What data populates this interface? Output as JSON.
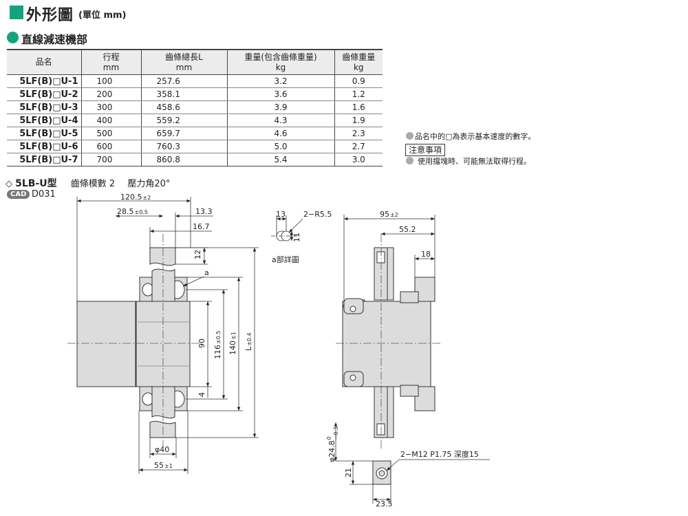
{
  "header": {
    "title": "外形圖",
    "unit": "(單位 mm)",
    "accent_color": "#14a37f"
  },
  "section": {
    "title": "直線減速機部"
  },
  "table": {
    "headers": [
      {
        "line1": "品名",
        "line2": ""
      },
      {
        "line1": "行程",
        "line2": "mm"
      },
      {
        "line1": "齒條總長L",
        "line2": "mm"
      },
      {
        "line1": "重量(包含齒條重量)",
        "line2": "kg"
      },
      {
        "line1": "齒條重量",
        "line2": "kg"
      }
    ],
    "rows": [
      {
        "model": "5LF(B)□U-1",
        "stroke": "100",
        "length": "257.6",
        "weight": "3.2",
        "rack_weight": "0.9"
      },
      {
        "model": "5LF(B)□U-2",
        "stroke": "200",
        "length": "358.1",
        "weight": "3.6",
        "rack_weight": "1.2"
      },
      {
        "model": "5LF(B)□U-3",
        "stroke": "300",
        "length": "458.6",
        "weight": "3.9",
        "rack_weight": "1.6"
      },
      {
        "model": "5LF(B)□U-4",
        "stroke": "400",
        "length": "559.2",
        "weight": "4.3",
        "rack_weight": "1.9"
      },
      {
        "model": "5LF(B)□U-5",
        "stroke": "500",
        "length": "659.7",
        "weight": "4.6",
        "rack_weight": "2.3"
      },
      {
        "model": "5LF(B)□U-6",
        "stroke": "600",
        "length": "760.3",
        "weight": "5.0",
        "rack_weight": "2.7"
      },
      {
        "model": "5LF(B)□U-7",
        "stroke": "700",
        "length": "860.8",
        "weight": "5.4",
        "rack_weight": "3.0"
      }
    ]
  },
  "notes": {
    "note1": "品名中的□為表示基本速度的數字。",
    "caution_label": "注意事項",
    "note2": "使用擋塊時、可能無法取得行程。"
  },
  "model_line": {
    "symbol": "◇",
    "model": "5LB-U型",
    "module": "齒條模數 2",
    "pressure_angle": "壓力角20°"
  },
  "cad": {
    "badge": "CAD",
    "code": "D031"
  },
  "drawing": {
    "dim_overall": "120.5",
    "dim_overall_tol": "±2",
    "dim_28_5": "28.5",
    "dim_28_5_tol": "±0.5",
    "dim_13_3": "13.3",
    "dim_16_7": "16.7",
    "dim_12": "12",
    "label_a": "a",
    "dim_90": "90",
    "dim_116": "116",
    "dim_116_tol": "±0.5",
    "dim_140": "140",
    "dim_140_tol": "±1",
    "dim_L": "L",
    "dim_L_tol": "±0.4",
    "dim_4": "4",
    "dim_phi40": "φ40",
    "dim_55": "55",
    "dim_55_tol": "±1",
    "detail_13": "13",
    "detail_r": "2−R5.5",
    "detail_11": "11",
    "detail_label": "a部詳圖",
    "dim_95": "95",
    "dim_95_tol": "±2",
    "dim_55_2": "55.2",
    "dim_18": "18",
    "dim_phi24_8": "φ24.8",
    "dim_phi24_8_tol_upper": "0",
    "dim_phi24_8_tol_lower": "−0.3",
    "dim_21": "21",
    "dim_23_5": "23.5",
    "thread_note": "2−M12 P1.75 深度15"
  }
}
